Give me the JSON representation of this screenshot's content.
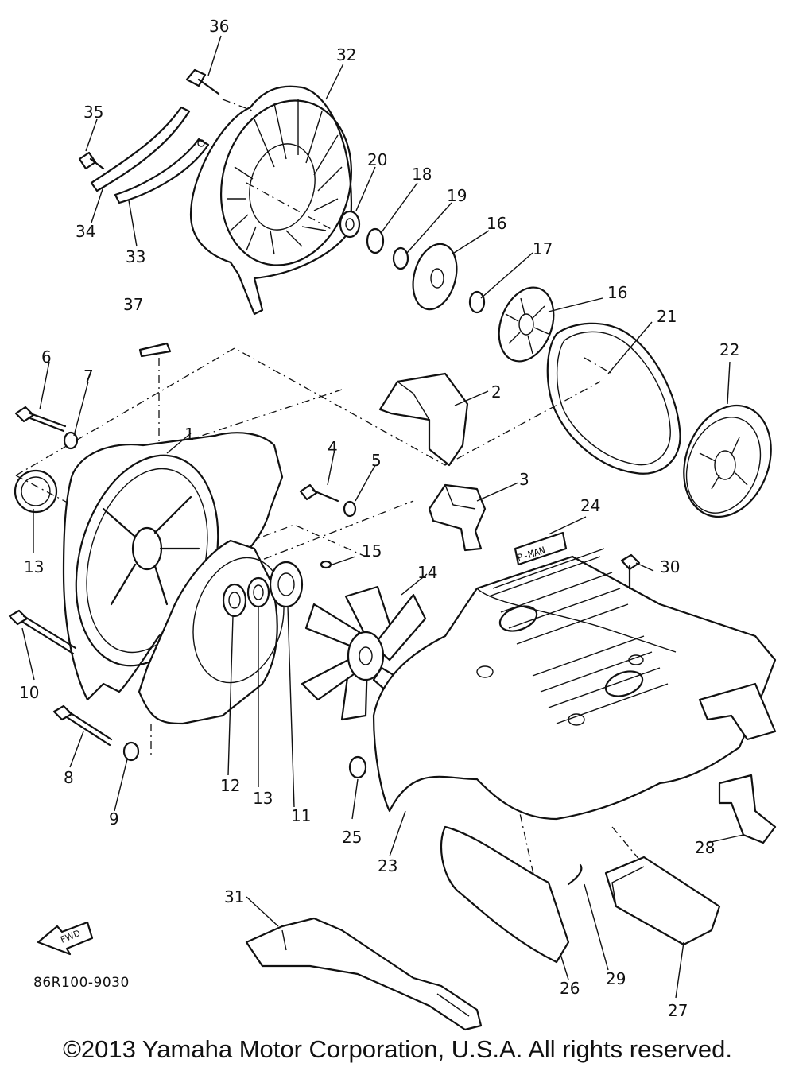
{
  "diagram": {
    "callouts": [
      "1",
      "2",
      "3",
      "4",
      "5",
      "6",
      "7",
      "8",
      "9",
      "10",
      "11",
      "12",
      "13",
      "13",
      "14",
      "15",
      "16",
      "16",
      "17",
      "18",
      "19",
      "20",
      "21",
      "22",
      "23",
      "24",
      "25",
      "26",
      "27",
      "28",
      "29",
      "30",
      "31",
      "32",
      "33",
      "34",
      "35",
      "36",
      "37"
    ],
    "fwd_label": "FWD",
    "label_tag_text": "P-MAN",
    "diagram_code": "86R100-9030"
  },
  "footer": {
    "copyright": "©2013 Yamaha Motor Corporation, U.S.A. All rights reserved."
  }
}
